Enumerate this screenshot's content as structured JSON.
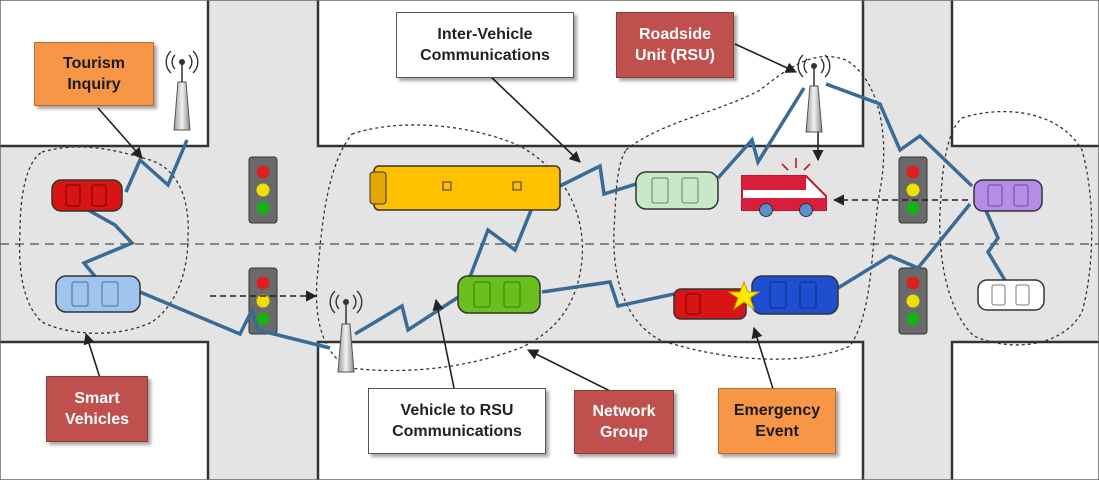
{
  "labels": {
    "tourism_inquiry": "Tourism\nInquiry",
    "inter_vehicle": "Inter-Vehicle\nCommunications",
    "roadside_unit": "Roadside\nUnit (RSU)",
    "smart_vehicles": "Smart\nVehicles",
    "vehicle_to_rsu": "Vehicle to RSU\nCommunications",
    "network_group": "Network\nGroup",
    "emergency_event": "Emergency\nEvent"
  },
  "colors": {
    "road": "#e4e4e4",
    "link": "#3a6b96",
    "label_red": "#c0504d",
    "label_orange": "#f79646",
    "car_red": "#d81414",
    "car_light_blue": "#9fc4ee",
    "car_light_green": "#c8e8c8",
    "car_green": "#6abf1f",
    "car_blue": "#1f4fd0",
    "car_purple": "#b48ee6",
    "bus_yellow": "#ffc000"
  }
}
